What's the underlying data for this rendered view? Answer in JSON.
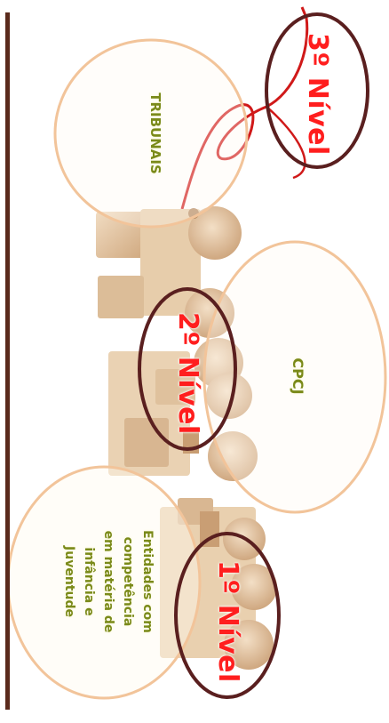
{
  "levels": {
    "first": "1º Nível",
    "second": "2º Nível",
    "third": "3º Nível"
  },
  "bodies": {
    "tribunais": "TRIBUNAIS",
    "cpcj": "CPCJ",
    "entidades": "Entidades com\ncompetência\nem matéria de\ninfância e\nJuventude"
  },
  "colors": {
    "level_text": "#ff1e1e",
    "level_ring": "#5a1f1f",
    "body_ring": "#f2c49a",
    "body_text": "#7a8a1a",
    "string": "#d01919",
    "wood": "#e2c39f"
  }
}
